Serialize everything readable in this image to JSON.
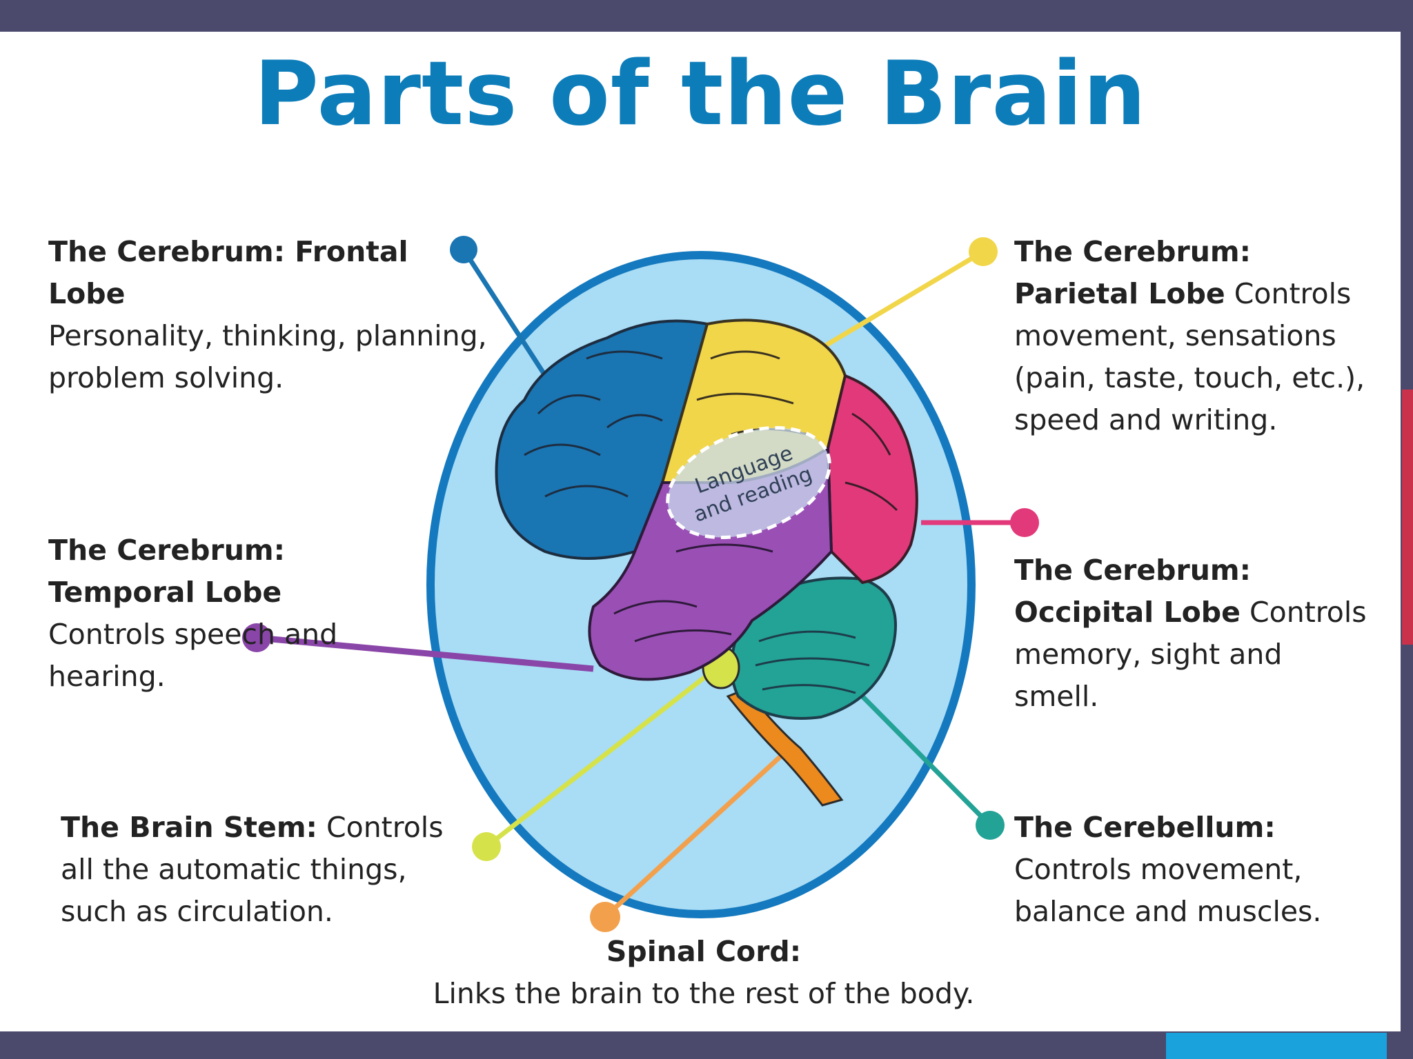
{
  "title": "Parts of the Brain",
  "colors": {
    "title": "#0d7dba",
    "frontal": "#1a75b3",
    "parietal": "#f1d64a",
    "temporal": "#8a45a8",
    "occipital": "#e2397a",
    "cerebellum": "#23a296",
    "brain_stem": "#d6e24a",
    "spinal_cord": "#f2a04c",
    "background_circle": "#a9dcf5"
  },
  "labels": {
    "frontal": {
      "heading": "The Cerebrum: Frontal Lobe",
      "text": "Personality, thinking, planning, problem solving."
    },
    "parietal": {
      "heading": "The Cerebrum: Parietal Lobe",
      "text": " Controls movement, sensations (pain, taste, touch, etc.), speed and writing."
    },
    "temporal": {
      "heading": "The Cerebrum: Temporal Lobe",
      "text": " Controls speech and hearing."
    },
    "occipital": {
      "heading": "The Cerebrum: Occipital Lobe",
      "text": " Controls memory, sight and smell."
    },
    "brain_stem": {
      "heading": "The Brain Stem:",
      "text": " Controls all the automatic things, such as circulation."
    },
    "cerebellum": {
      "heading": "The Cerebellum:",
      "text": " Controls movement, balance and muscles."
    },
    "spinal_cord": {
      "heading": "Spinal Cord:",
      "text": "Links the brain to the rest of the body."
    }
  },
  "region_label": {
    "line1": "Language",
    "line2": "and reading"
  }
}
